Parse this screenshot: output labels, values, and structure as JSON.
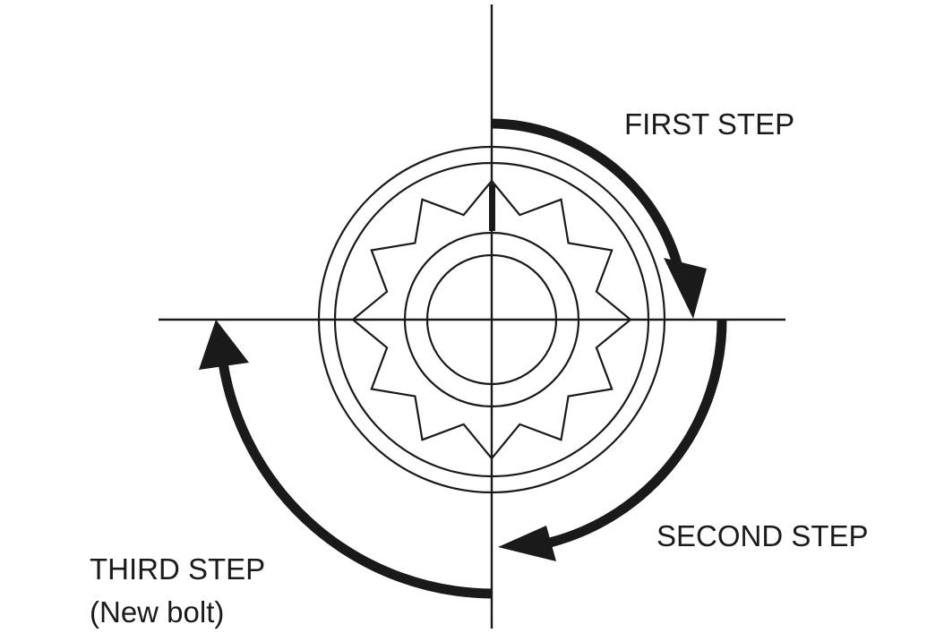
{
  "labels": {
    "first_step": "FIRST STEP",
    "second_step": "SECOND STEP",
    "third_step_line1": "THIRD STEP",
    "third_step_line2": "(New bolt)"
  },
  "steps": [
    {
      "name": "FIRST STEP",
      "rotation_deg": 90
    },
    {
      "name": "SECOND STEP",
      "rotation_deg": 90
    },
    {
      "name": "THIRD STEP",
      "rotation_deg": 90,
      "condition": "New bolt"
    }
  ],
  "colors": {
    "ink": "#1a1a1a",
    "background": "#ffffff"
  }
}
